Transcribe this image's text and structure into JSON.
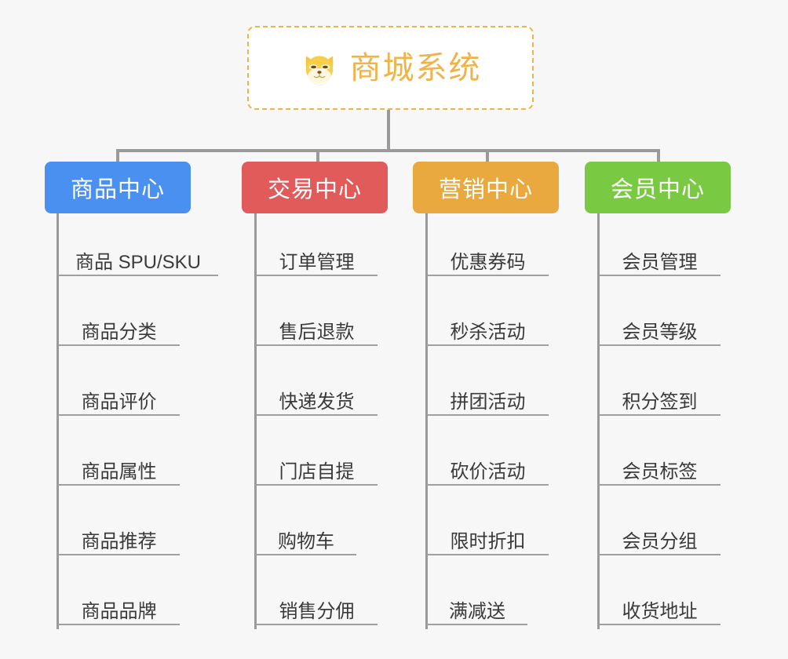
{
  "colors": {
    "background": "#f7f7f7",
    "root_border": "#f0b34a",
    "root_text": "#f0b34a",
    "connector": "#9a9a9a",
    "leaf_text": "#3a3a3a",
    "leaf_rule": "#a0a0a0",
    "branch_product": "#4a90f0",
    "branch_trade": "#e15b5b",
    "branch_marketing": "#eaa93f",
    "branch_member": "#7ac943"
  },
  "root": {
    "icon": "shiba-dog-face-icon",
    "title": "商城系统"
  },
  "branches": [
    {
      "id": "product-center",
      "title": "商品中心",
      "color": "#4a90f0",
      "items": [
        "商品 SPU/SKU",
        "商品分类",
        "商品评价",
        "商品属性",
        "商品推荐",
        "商品品牌"
      ]
    },
    {
      "id": "trade-center",
      "title": "交易中心",
      "color": "#e15b5b",
      "items": [
        "订单管理",
        "售后退款",
        "快递发货",
        "门店自提",
        "购物车",
        "销售分佣"
      ]
    },
    {
      "id": "marketing-center",
      "title": "营销中心",
      "color": "#eaa93f",
      "items": [
        "优惠券码",
        "秒杀活动",
        "拼团活动",
        "砍价活动",
        "限时折扣",
        "满减送"
      ]
    },
    {
      "id": "member-center",
      "title": "会员中心",
      "color": "#7ac943",
      "items": [
        "会员管理",
        "会员等级",
        "积分签到",
        "会员标签",
        "会员分组",
        "收货地址"
      ]
    }
  ]
}
